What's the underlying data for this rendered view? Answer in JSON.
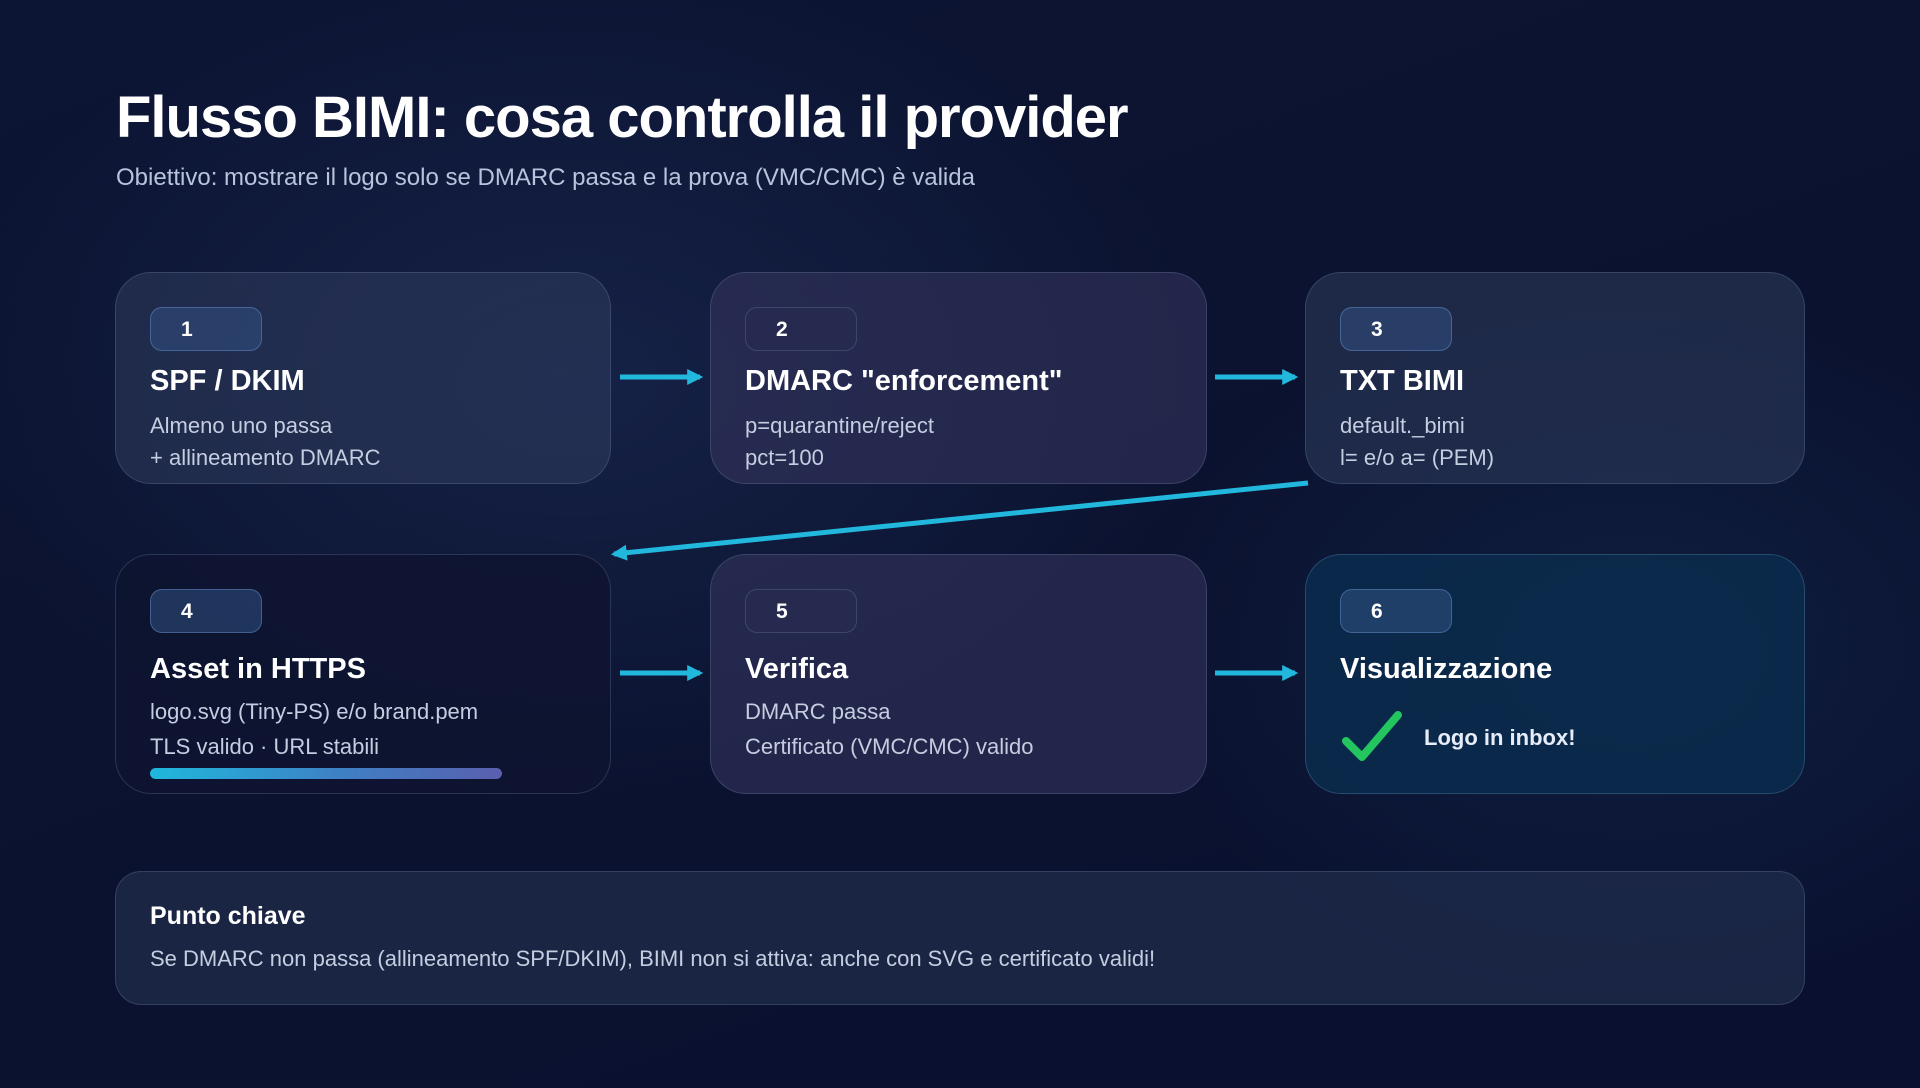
{
  "header": {
    "title": "Flusso BIMI: cosa controlla il provider",
    "subtitle": "Obiettivo: mostrare il logo solo se DMARC passa e la prova (VMC/CMC) è valida"
  },
  "steps": [
    {
      "number": "1",
      "title": "SPF / DKIM",
      "lines": [
        "Almeno uno passa",
        "+ allineamento DMARC"
      ]
    },
    {
      "number": "2",
      "title": "DMARC \"enforcement\"",
      "lines": [
        "p=quarantine/reject",
        "pct=100"
      ]
    },
    {
      "number": "3",
      "title": "TXT BIMI",
      "lines": [
        "default._bimi",
        "l= e/o a= (PEM)"
      ]
    },
    {
      "number": "4",
      "title": "Asset in HTTPS",
      "lines": [
        "logo.svg (Tiny-PS) e/o brand.pem",
        "TLS valido · URL stabili"
      ],
      "progress": 1.0
    },
    {
      "number": "5",
      "title": "Verifica",
      "lines": [
        "DMARC passa",
        "Certificato (VMC/CMC) valido"
      ]
    },
    {
      "number": "6",
      "title": "Visualizzazione",
      "result": "Logo in inbox!",
      "icon": "checkmark-icon"
    }
  ],
  "key_point": {
    "title": "Punto chiave",
    "text": "Se DMARC non passa (allineamento SPF/DKIM), BIMI non si attiva: anche con SVG e certificato validi!"
  },
  "colors": {
    "arrow": "#22b8de",
    "check": "#22c55e",
    "background": "#0c1433"
  }
}
